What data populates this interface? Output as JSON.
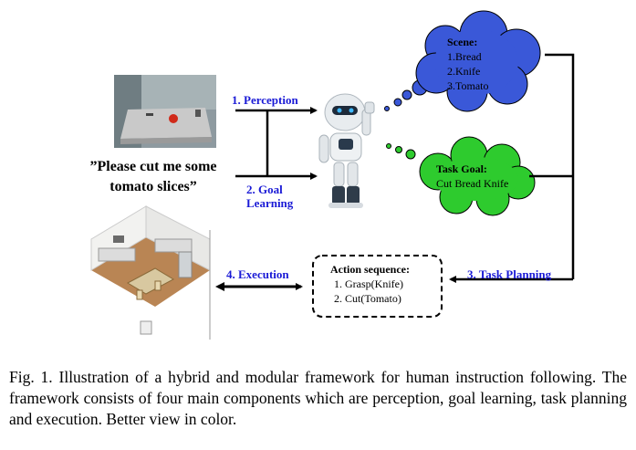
{
  "labels": {
    "perception": "1. Perception",
    "goal_learning_line1": "2. Goal",
    "goal_learning_line2": "Learning",
    "task_planning": "3. Task Planning",
    "execution": "4. Execution"
  },
  "instruction": {
    "line1": "”Please cut me some",
    "line2": "tomato slices”"
  },
  "scene_cloud": {
    "title": "Scene:",
    "items": [
      "1.Bread",
      "2.Knife",
      "3.Tomato"
    ]
  },
  "goal_cloud": {
    "title": "Task Goal:",
    "text": "Cut Bread Knife"
  },
  "action_box": {
    "title": "Action sequence:",
    "items": [
      "1.  Grasp(Knife)",
      "2.  Cut(Tomato)"
    ]
  },
  "colors": {
    "cloud_blue": "#3a58d8",
    "cloud_green": "#2ecb2e",
    "label_blue": "#1a1ad6"
  },
  "icons": [
    "scene-photo",
    "robot-figure",
    "kitchen-render"
  ],
  "caption": "Fig. 1.  Illustration of a hybrid and modular framework for human instruction following. The framework consists of four main components which are perception, goal learning, task planning and execution. Better view in color."
}
